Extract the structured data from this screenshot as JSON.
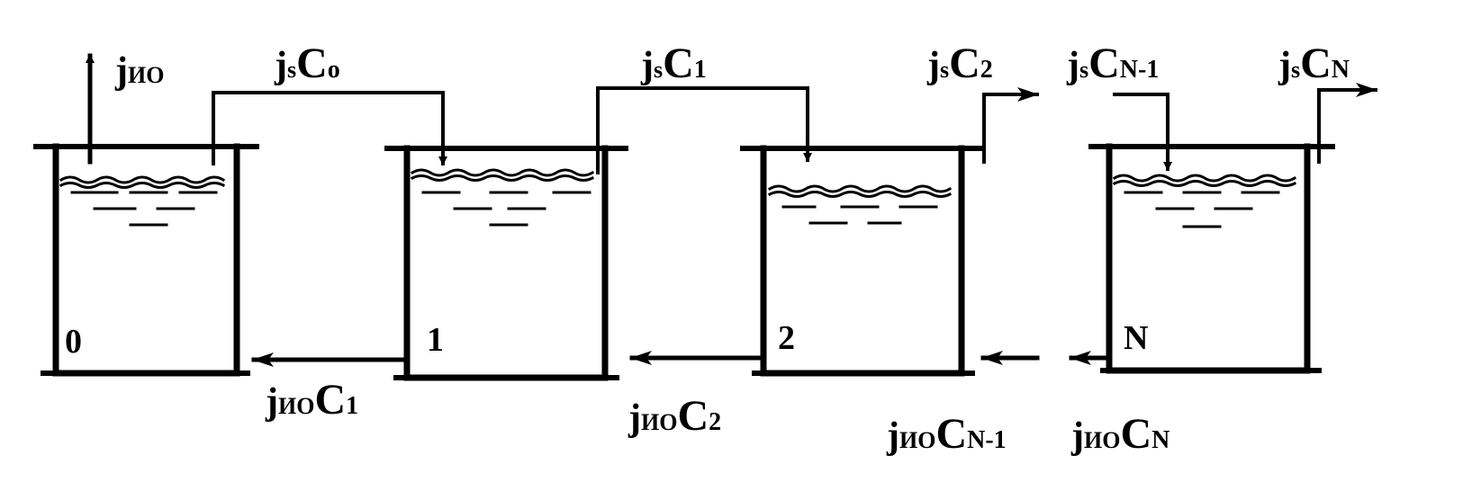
{
  "tanks": [
    {
      "id": "0"
    },
    {
      "id": "1"
    },
    {
      "id": "2"
    },
    {
      "id": "N"
    }
  ],
  "labels": {
    "j_out_0": {
      "base": "j",
      "sub": "ИО",
      "c": "",
      "csub": ""
    },
    "js_c0": {
      "base": "j",
      "sub": "s",
      "c": "C",
      "csub": "o"
    },
    "js_c1": {
      "base": "j",
      "sub": "s",
      "c": "C",
      "csub": "1"
    },
    "js_c2": {
      "base": "j",
      "sub": "s",
      "c": "C",
      "csub": "2"
    },
    "js_cn1": {
      "base": "j",
      "sub": "s",
      "c": "C",
      "csub": "N-1"
    },
    "js_cn": {
      "base": "j",
      "sub": "s",
      "c": "C",
      "csub": "N"
    },
    "jio_c1": {
      "base": "j",
      "sub": "ИО",
      "c": "C",
      "csub": "1"
    },
    "jio_c2": {
      "base": "j",
      "sub": "ИО",
      "c": "C",
      "csub": "2"
    },
    "jio_cn1": {
      "base": "j",
      "sub": "ИО",
      "c": "C",
      "csub": "N-1"
    },
    "jio_cn": {
      "base": "j",
      "sub": "ИО",
      "c": "C",
      "csub": "N"
    }
  }
}
